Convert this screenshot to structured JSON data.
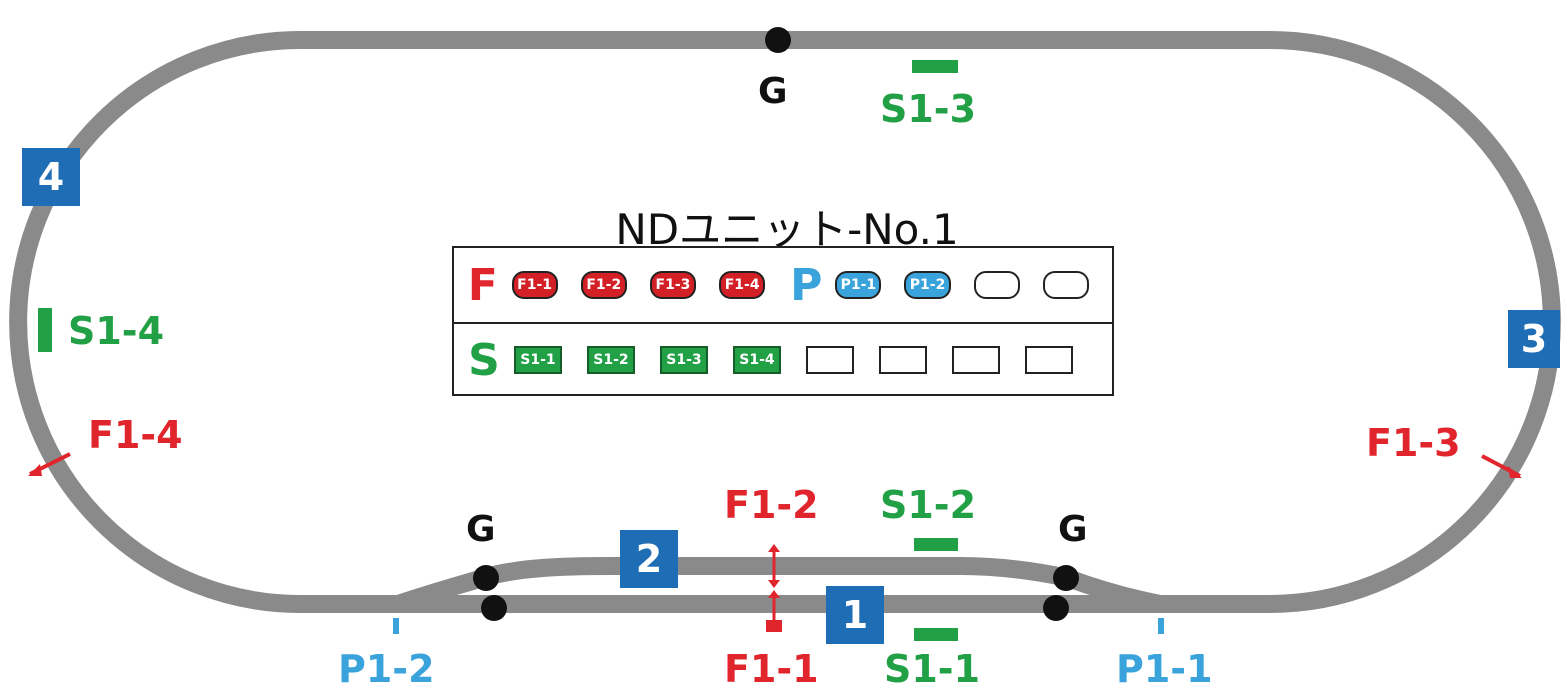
{
  "unit": {
    "title": "NDユニット-No.1",
    "f_header": "F",
    "p_header": "P",
    "s_header": "S",
    "f_slots": [
      "F1-1",
      "F1-2",
      "F1-3",
      "F1-4"
    ],
    "p_slots": [
      "P1-1",
      "P1-2",
      "",
      ""
    ],
    "s_slots": [
      "S1-1",
      "S1-2",
      "S1-3",
      "S1-4",
      "",
      "",
      "",
      ""
    ]
  },
  "blocks": {
    "b1": "1",
    "b2": "2",
    "b3": "3",
    "b4": "4"
  },
  "labels": {
    "g_top": "G",
    "g_left": "G",
    "g_right": "G",
    "s1_1": "S1-1",
    "s1_2": "S1-2",
    "s1_3": "S1-3",
    "s1_4": "S1-4",
    "f1_1": "F1-1",
    "f1_2": "F1-2",
    "f1_3": "F1-3",
    "f1_4": "F1-4",
    "p1_1": "P1-1",
    "p1_2": "P1-2"
  },
  "colors": {
    "track": "#8a8a8a",
    "sensor_green": "#22a046",
    "feeder_red": "#e0252c",
    "power_blue": "#3aa3db",
    "block_blue": "#1f6eb5"
  }
}
